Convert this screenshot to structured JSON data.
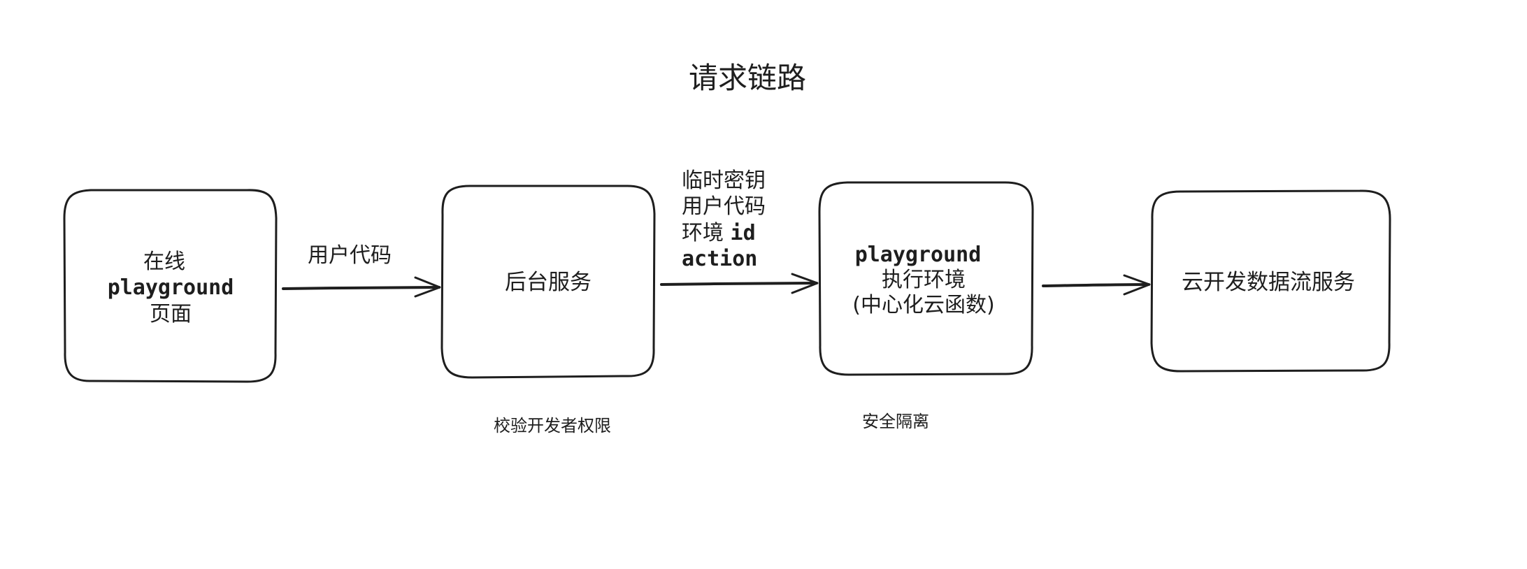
{
  "title": "请求链路",
  "nodes": {
    "online_playground": {
      "line1": "在线",
      "line2": "playground",
      "line3": "页面"
    },
    "backend": {
      "label": "后台服务",
      "note": "校验开发者权限"
    },
    "exec_env": {
      "line1": "playground",
      "line2": "执行环境",
      "line3": "(中心化云函数)",
      "note": "安全隔离"
    },
    "dataflow": {
      "label": "云开发数据流服务"
    }
  },
  "edges": {
    "e1": {
      "label": "用户代码"
    },
    "e2": {
      "line1": "临时密钥",
      "line2": "用户代码",
      "line3_cn": "环境 ",
      "line3_mono": "id",
      "line4": "action"
    },
    "e3": {
      "label": ""
    }
  },
  "colors": {
    "stroke": "#1e1e1e",
    "background": "#ffffff"
  }
}
